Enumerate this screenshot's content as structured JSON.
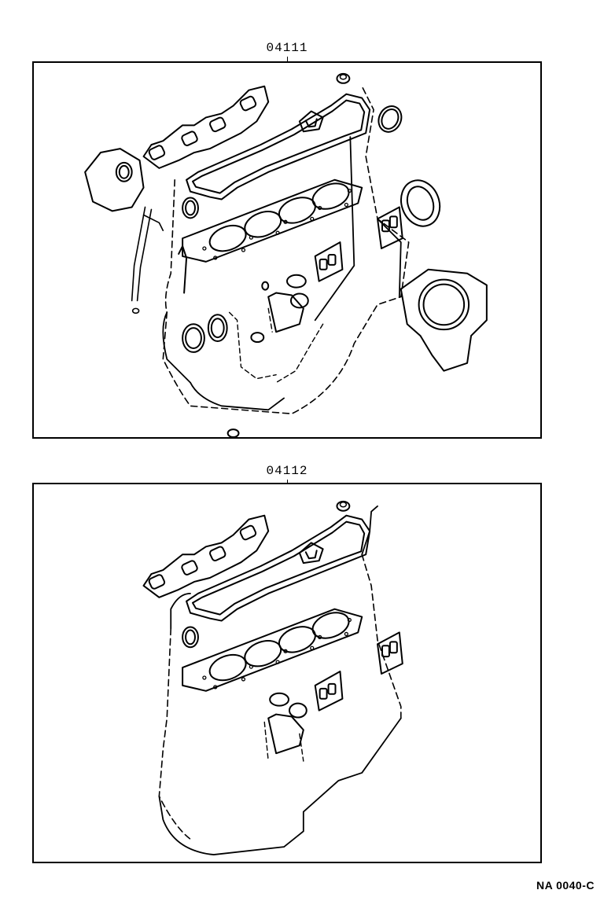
{
  "kits": [
    {
      "part_number": "04111"
    },
    {
      "part_number": "04112"
    }
  ],
  "figure_code": "NA 0040-C"
}
